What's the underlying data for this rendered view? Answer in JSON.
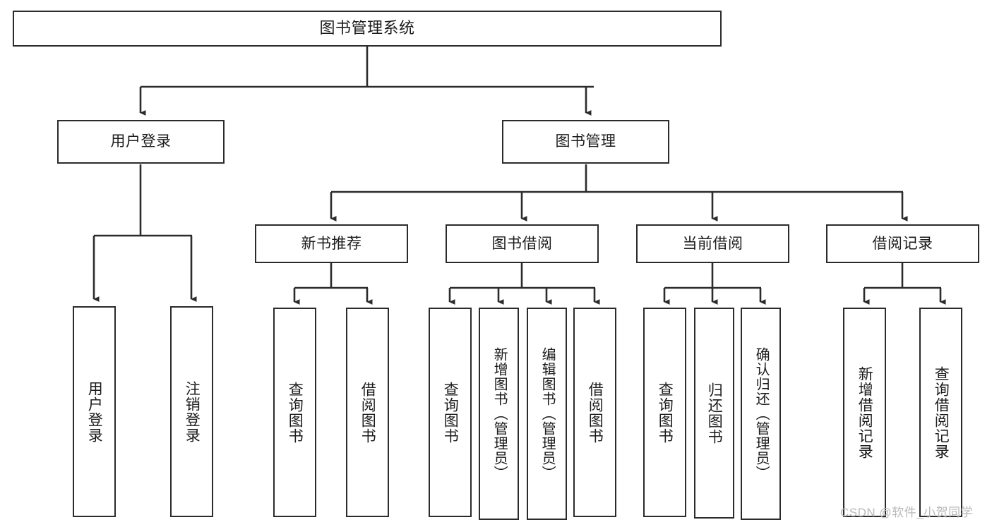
{
  "diagram": {
    "title": "图书管理系统",
    "type": "tree-structure-chart",
    "watermark": "CSDN @软件_小贺同学",
    "colors": {
      "background": "#ffffff",
      "node_border": "#2b2b2b",
      "node_fill": "#ffffff",
      "edge": "#2b2b2b",
      "text": "#1b1b1b",
      "watermark": "#b8b8b8"
    },
    "nodes": {
      "root": {
        "label": "图书管理系统"
      },
      "level2": [
        {
          "id": "user-login",
          "label": "用户登录"
        },
        {
          "id": "book-manage",
          "label": "图书管理"
        }
      ],
      "level3": [
        {
          "id": "new-book-recommend",
          "label": "新书推荐"
        },
        {
          "id": "book-borrow",
          "label": "图书借阅"
        },
        {
          "id": "current-borrow",
          "label": "当前借阅"
        },
        {
          "id": "borrow-record",
          "label": "借阅记录"
        }
      ],
      "leaves": {
        "user-login": [
          {
            "id": "leaf-user-login",
            "label": "用户登录"
          },
          {
            "id": "leaf-logout-login",
            "label": "注销登录"
          }
        ],
        "new-book-recommend": [
          {
            "id": "leaf-query-book-1",
            "label": "查询图书"
          },
          {
            "id": "leaf-borrow-book-1",
            "label": "借阅图书"
          }
        ],
        "book-borrow": [
          {
            "id": "leaf-query-book-2",
            "label": "查询图书"
          },
          {
            "id": "leaf-add-book-admin",
            "label": "新增图书（管理员）"
          },
          {
            "id": "leaf-edit-book-admin",
            "label": "编辑图书（管理员）"
          },
          {
            "id": "leaf-borrow-book-2",
            "label": "借阅图书"
          }
        ],
        "current-borrow": [
          {
            "id": "leaf-query-book-3",
            "label": "查询图书"
          },
          {
            "id": "leaf-return-book",
            "label": "归还图书"
          },
          {
            "id": "leaf-confirm-return-admin",
            "label": "确认归还（管理员）"
          }
        ],
        "borrow-record": [
          {
            "id": "leaf-add-borrow-record",
            "label": "新增借阅记录"
          },
          {
            "id": "leaf-query-borrow-record",
            "label": "查询借阅记录"
          }
        ]
      }
    }
  }
}
